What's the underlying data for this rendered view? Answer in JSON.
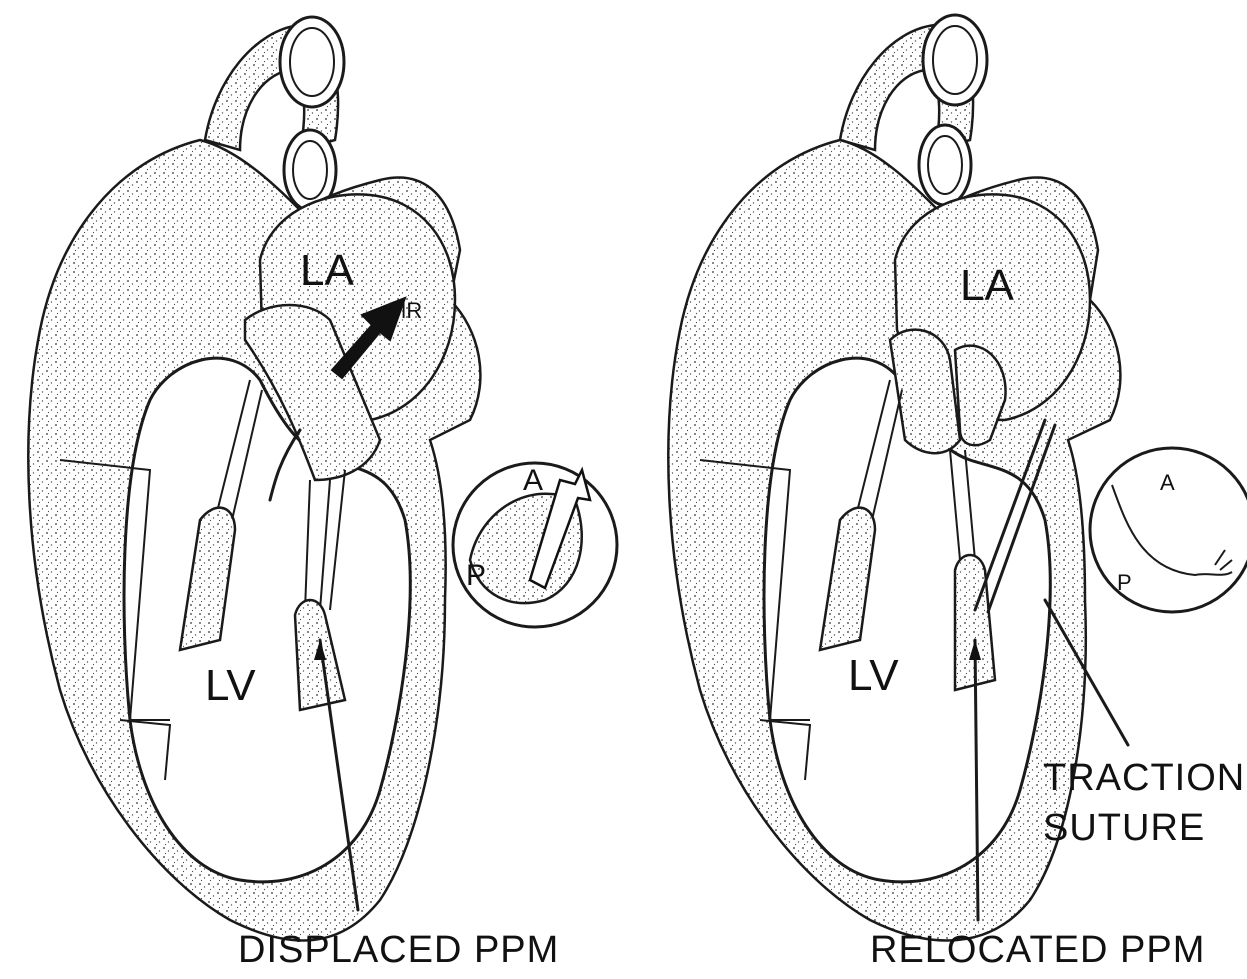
{
  "left_panel": {
    "label_la": "LA",
    "label_mr": "MR",
    "label_lv": "LV",
    "inset_label_a": "A",
    "inset_label_p": "P",
    "caption": "DISPLACED PPM"
  },
  "right_panel": {
    "label_la": "LA",
    "label_lv": "LV",
    "inset_label_a": "A",
    "inset_label_p": "P",
    "callout_line1": "TRACTION",
    "callout_line2": "SUTURE",
    "caption": "RELOCATED PPM"
  }
}
